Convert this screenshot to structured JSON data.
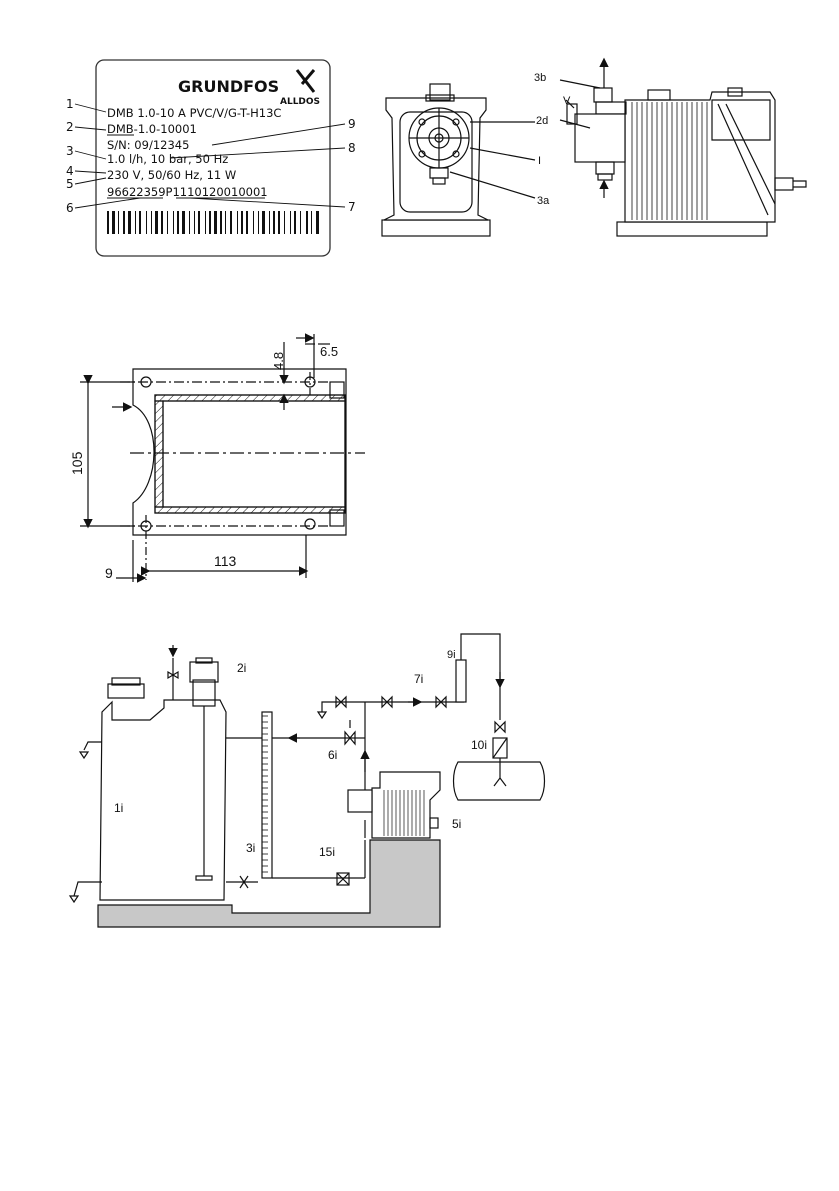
{
  "nameplate": {
    "brand": "GRUNDFOS",
    "subbrand": "ALLDOS",
    "lines": [
      "DMB 1.0-10 A PVC/V/G-T-H13C",
      "DMB-1.0-10001",
      "S/N: 09/12345",
      "1.0 l/h, 10 bar, 50 Hz",
      "230 V, 50/60 Hz, 11 W",
      "96622359P1110120010001"
    ],
    "callouts": [
      "1",
      "2",
      "3",
      "4",
      "5",
      "6",
      "7",
      "8",
      "9"
    ]
  },
  "pump_front": {
    "labels": [
      "3b",
      "V",
      "2d",
      "I",
      "3a"
    ]
  },
  "dimension_drawing": {
    "dims": [
      "4.8",
      "6.5",
      "105",
      "9",
      "113"
    ]
  },
  "installation": {
    "labels": [
      "2i",
      "9i",
      "7i",
      "6i",
      "10i",
      "1i",
      "5i",
      "3i",
      "15i"
    ]
  }
}
